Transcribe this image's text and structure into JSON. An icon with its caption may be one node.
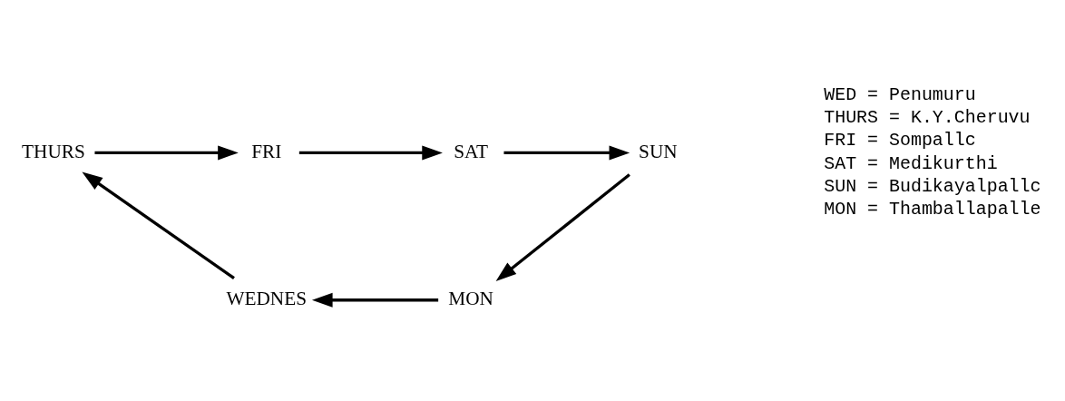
{
  "diagram": {
    "nodes": [
      {
        "text": [
          "FRI"
        ]
      },
      {
        "text": [
          "SAT"
        ]
      },
      {
        "text": [
          "THURS"
        ]
      },
      {
        "text": [
          "SUN"
        ]
      },
      {
        "text": [
          "WEDNES"
        ]
      },
      {
        "text": [
          "MON"
        ]
      }
    ],
    "edges": [
      {
        "from": 2,
        "to": 0,
        "arrow": "to"
      },
      {
        "from": 0,
        "to": 1,
        "arrow": "to"
      },
      {
        "from": 1,
        "to": 3,
        "arrow": "to"
      },
      {
        "from": 3,
        "to": 5,
        "arrow": "to"
      },
      {
        "from": 5,
        "to": 4,
        "arrow": "to"
      },
      {
        "from": 4,
        "to": 2,
        "arrow": "to"
      }
    ],
    "labels": [
      "WED = Penumuru",
      "THURS = K.Y.Cheruvu",
      "FRI = Sompallc",
      "SAT = Medikurthi",
      "SUN = Budikayalpallc",
      "MON = Thamballapalle"
    ]
  }
}
